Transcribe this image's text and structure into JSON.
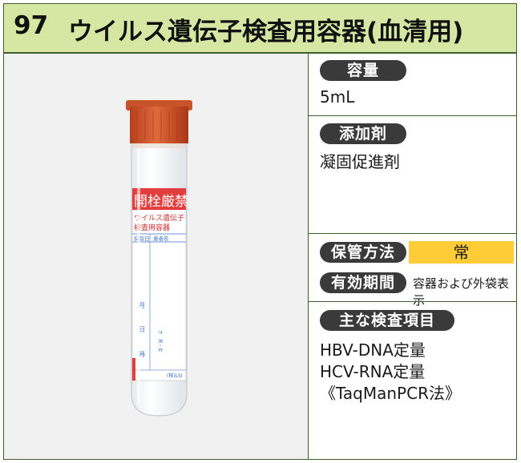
{
  "header": {
    "number": "97",
    "title": "ウイルス遺伝子検査用容器(血清用)"
  },
  "tube_label": {
    "warning": "開栓厳禁",
    "name_line1": "ウイルス遺伝子",
    "name_line2": "検査用容器",
    "col1": "採取日",
    "col2": "患者名",
    "date_month": "月",
    "date_day": "日",
    "date_hour": "時",
    "sex": "才　男・女",
    "maker": "(株)LSI"
  },
  "capacity": {
    "label": "容量",
    "value": "5mL"
  },
  "additive": {
    "label": "添加剤",
    "value": "凝固促進剤"
  },
  "storage": {
    "label": "保管方法",
    "value": "常"
  },
  "expiry": {
    "label": "有効期間",
    "value": "容器および外袋表示"
  },
  "tests": {
    "label": "主な検査項目",
    "items": [
      "HBV-DNA定量",
      "HCV-RNA定量",
      "《TaqManPCR法》"
    ]
  }
}
